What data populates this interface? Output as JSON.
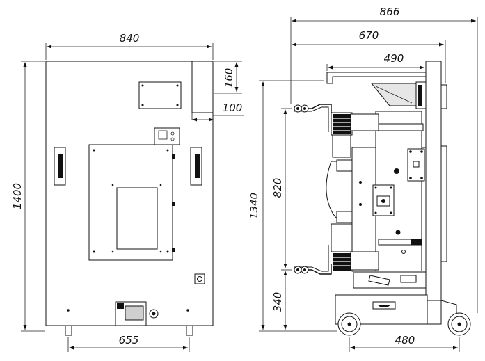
{
  "dimensions": {
    "front_width": "840",
    "front_height": "1400",
    "front_top_offset": "160",
    "front_side_offset": "100",
    "front_bottom_span": "655",
    "side_total_width": "866",
    "side_mid_width": "670",
    "side_arm_width": "490",
    "side_height": "1340",
    "side_upper_span": "820",
    "side_lower_span": "340",
    "side_bottom_span": "480"
  }
}
